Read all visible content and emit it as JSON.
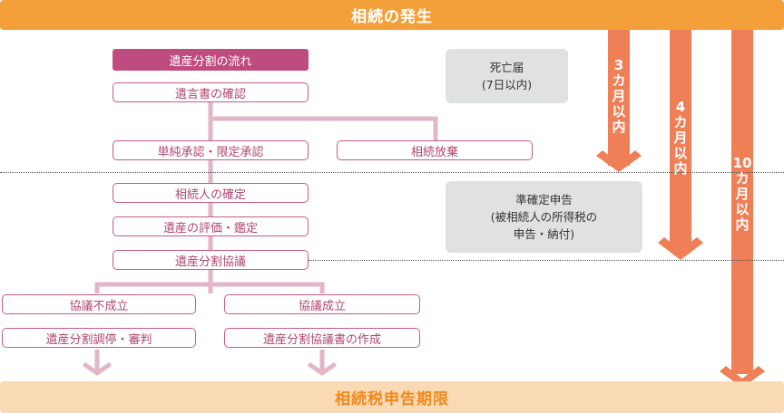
{
  "header": {
    "title": "相続の発生"
  },
  "footer": {
    "title": "相続税申告期限"
  },
  "flow": {
    "title": "遺産分割の流れ",
    "steps": {
      "will_check": "遺言書の確認",
      "acceptance": "単純承認・限定承認",
      "renunciation": "相続放棄",
      "heir_confirm": "相続人の確定",
      "estate_valuation": "遺産の評価・鑑定",
      "division_negotiation": "遺産分割協議",
      "negotiation_failed": "協議不成立",
      "mediation_trial": "遺産分割調停・審判",
      "negotiation_success": "協議成立",
      "agreement_document": "遺産分割協議書の作成"
    }
  },
  "notes": {
    "death_report": {
      "line1": "死亡届",
      "line2": "(7日以内)"
    },
    "quasi_filing": {
      "line1": "準確定申告",
      "line2": "(被相続人の所得税の",
      "line3": "申告・納付)"
    }
  },
  "deadlines": [
    {
      "number": "3",
      "chars": [
        "カ",
        "月",
        "以",
        "内"
      ],
      "label": "3カ月以内"
    },
    {
      "number": "4",
      "chars": [
        "カ",
        "月",
        "以",
        "内"
      ],
      "label": "4カ月以内"
    },
    {
      "number": "10",
      "chars": [
        "カ",
        "月",
        "以",
        "内"
      ],
      "label": "10カ月以内"
    }
  ],
  "colors": {
    "header": "#f4a03a",
    "footer_bg": "#fad9b5",
    "footer_text": "#f08a1c",
    "title_box": "#bf4c7e",
    "step_border": "#c75a8a",
    "connector": "#e3b5c8",
    "deadline_arrow": "#ef7f57",
    "note_box": "#e0e1e1"
  }
}
